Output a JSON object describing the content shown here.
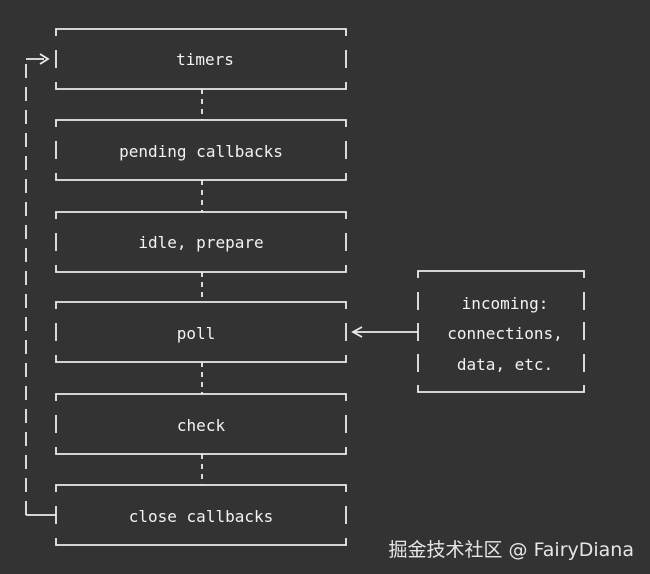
{
  "phases": [
    {
      "id": "timers",
      "label": "timers"
    },
    {
      "id": "pending-callbacks",
      "label": "pending callbacks"
    },
    {
      "id": "idle-prepare",
      "label": "idle, prepare"
    },
    {
      "id": "poll",
      "label": "poll"
    },
    {
      "id": "check",
      "label": "check"
    },
    {
      "id": "close-callbacks",
      "label": "close callbacks"
    }
  ],
  "incoming": {
    "lines": [
      "incoming:",
      "connections,",
      "data, etc."
    ]
  },
  "watermark": "掘金技术社区 @ FairyDiana",
  "colors": {
    "background": "#333333",
    "line": "#ececec",
    "text": "#f2f2f2"
  }
}
